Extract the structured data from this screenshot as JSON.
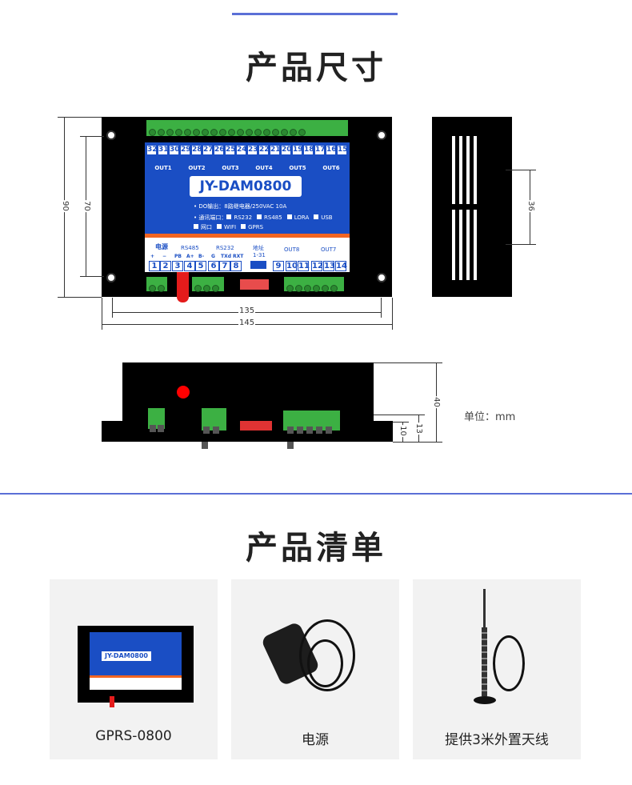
{
  "section1": {
    "title": "产品尺寸"
  },
  "section2": {
    "title": "产品清单"
  },
  "device": {
    "model": "JY-DAM0800",
    "top_terminals": [
      [
        "32",
        "31",
        "30"
      ],
      [
        "29",
        "28",
        "27"
      ],
      [
        "26",
        "25",
        "24"
      ],
      [
        "23",
        "22",
        "21"
      ],
      [
        "20",
        "19",
        "18"
      ],
      [
        "17",
        "16",
        "15"
      ]
    ],
    "out_labels": [
      "OUT1",
      "OUT2",
      "OUT3",
      "OUT4",
      "OUT5",
      "OUT6"
    ],
    "do_output": "• DO输出：8路继电器/250VAC 10A",
    "comm_label": "• 通讯端口：",
    "comm_ports": [
      "RS232",
      "RS485",
      "LORA",
      "USB",
      "网口",
      "WIFI",
      "GPRS"
    ],
    "power_label": "电源",
    "power_signs": [
      "+",
      "−"
    ],
    "rs485_label": "RS485",
    "rs485_pins": [
      "PB",
      "A+",
      "B-"
    ],
    "rs232_label": "RS232",
    "rs232_pins": [
      "G",
      "TXd",
      "RXT"
    ],
    "address_label": "地址",
    "address_range": "1-31",
    "out8": "OUT8",
    "out7": "OUT7",
    "bottom_terminals": [
      "1",
      "2",
      "3",
      "4",
      "5",
      "6",
      "7",
      "8",
      "9",
      "10",
      "11",
      "12",
      "13",
      "14"
    ]
  },
  "dimensions": {
    "height_outer": "90",
    "height_inner": "70",
    "width_inner": "135",
    "width_outer": "145",
    "side_width": "36",
    "depth": "40",
    "depth_step": "13",
    "depth_base": "10",
    "unit": "单位：mm"
  },
  "items": [
    {
      "label": "GPRS-0800"
    },
    {
      "label": "电源"
    },
    {
      "label": "提供3米外置天线"
    }
  ],
  "colors": {
    "accent_line": "#5b6fd6",
    "panel_blue": "#1a4ec4",
    "terminal_green": "#3cb043",
    "orange": "#f26522",
    "card_bg": "#f2f2f2"
  }
}
